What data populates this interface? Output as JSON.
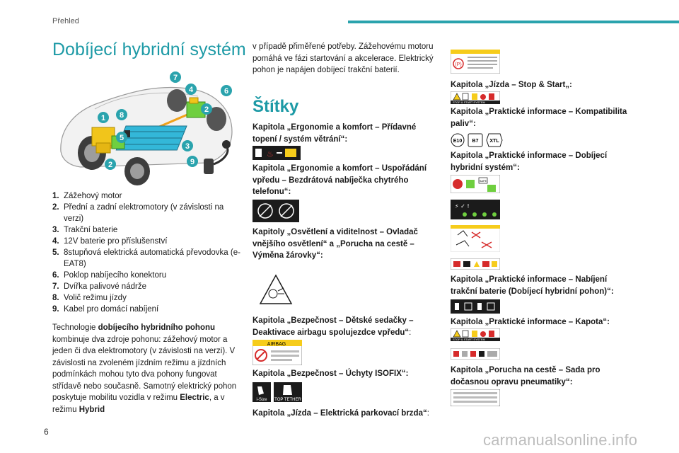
{
  "header": {
    "section": "Přehled"
  },
  "title": "Dobíjecí hybridní systém",
  "figure": {
    "callouts": [
      "1",
      "2",
      "3",
      "4",
      "5",
      "6",
      "7",
      "8",
      "9",
      "2"
    ]
  },
  "legend": [
    {
      "n": "1.",
      "t": "Zážehový motor"
    },
    {
      "n": "2.",
      "t": "Přední a zadní elektromotory (v závislosti na verzi)"
    },
    {
      "n": "3.",
      "t": "Trakční baterie"
    },
    {
      "n": "4.",
      "t": "12V baterie pro příslušenství"
    },
    {
      "n": "5.",
      "t": "8stupňová elektrická automatická převodovka (e-EAT8)"
    },
    {
      "n": "6.",
      "t": "Poklop nabíjecího konektoru"
    },
    {
      "n": "7.",
      "t": "Dvířka palivové nádrže"
    },
    {
      "n": "8.",
      "t": "Volič režimu jízdy"
    },
    {
      "n": "9.",
      "t": "Kabel pro domácí nabíjení"
    }
  ],
  "para1": {
    "a": "Technologie ",
    "b": "dobíjecího hybridního pohonu",
    "c": " kombinuje dva zdroje pohonu: zážehový motor a jeden či dva elektromotory (v závislosti na verzi). V závislosti na zvoleném jízdním režimu a jízdních podmínkách mohou tyto dva pohony fungovat střídavě nebo současně. Samotný elektrický pohon poskytuje mobilitu vozidla v režimu ",
    "d": "Electric",
    "e": ", a v režimu ",
    "f": "Hybrid"
  },
  "para2": "v případě přiměřené potřeby. Zážehovému motoru pomáhá ve fázi startování a akcelerace. Elektrický pohon je napájen dobíjecí trakční baterií.",
  "title2": "Štítky",
  "chapters": {
    "k1": "Kapitola „Ergonomie a komfort – Přídavné topení / systém větrání“:",
    "k2": "Kapitola „Ergonomie a komfort – Uspořádání vpředu – Bezdrátová nabíječka chytrého telefonu“:",
    "k3": "Kapitoly „Osvětlení a viditelnost – Ovladač vnějšího osvětlení“ a „Porucha na cestě – Výměna žárovky“:",
    "k4": "Kapitola „Bezpečnost – Dětské sedačky – Deaktivace airbagu spolujezdce vpředu“",
    "k4b": ":",
    "k5": "Kapitola „Bezpečnost – Úchyty ISOFIX“:",
    "k6": "Kapitola „Jízda – Elektrická parkovací brzda“",
    "k6b": ":",
    "k7": "Kapitola „Jízda – Stop & Start„:",
    "k8": "Kapitola „Praktické informace – Kompatibilita paliv“:",
    "k9": "Kapitola „Praktické informace – Dobíjecí hybridní systém“:",
    "k10": "Kapitola „Praktické informace – Nabíjení trakční baterie (Dobíjecí hybridní pohon)“:",
    "k11": "Kapitola „Praktické informace – Kapota“:",
    "k12": "Kapitola „Porucha na cestě – Sada pro dočasnou opravu pneumatiky“:"
  },
  "labels": {
    "airbag": "AIRBAG",
    "isize": "i-Size",
    "tether": "TOP TETHER",
    "stopstart": "STOP & START SYSTEM",
    "fuel": [
      "E10",
      "B7",
      "XTL"
    ],
    "safe": "SAFE"
  },
  "page_number": "6",
  "watermark": "carmanualsonline.info",
  "colors": {
    "accent": "#1d9aa6",
    "bar": "#2aa3ad",
    "yellow": "#f6cc1b"
  }
}
